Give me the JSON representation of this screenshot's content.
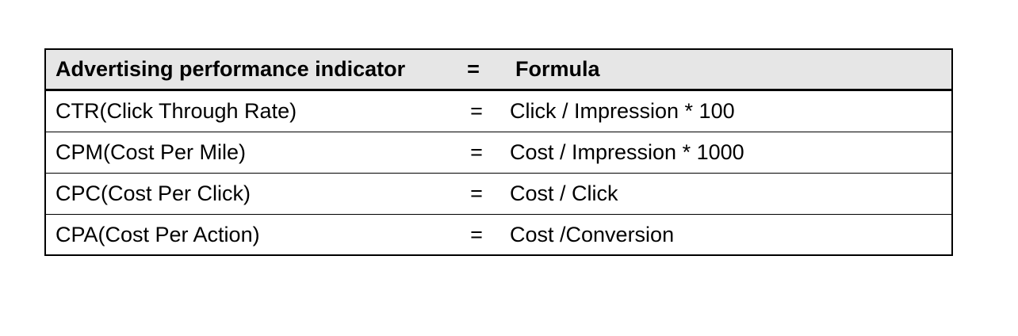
{
  "table": {
    "header": {
      "indicator": "Advertising performance indicator",
      "equals": "=",
      "formula": "Formula"
    },
    "rows": [
      {
        "indicator": "CTR(Click Through Rate)",
        "equals": "=",
        "formula": "Click / Impression * 100"
      },
      {
        "indicator": "CPM(Cost Per Mile)",
        "equals": "=",
        "formula": "Cost / Impression * 1000"
      },
      {
        "indicator": "CPC(Cost Per Click)",
        "equals": "=",
        "formula": "Cost / Click"
      },
      {
        "indicator": "CPA(Cost Per Action)",
        "equals": "=",
        "formula": "Cost /Conversion"
      }
    ],
    "header_background": "#e6e6e6",
    "border_color": "#000000"
  }
}
